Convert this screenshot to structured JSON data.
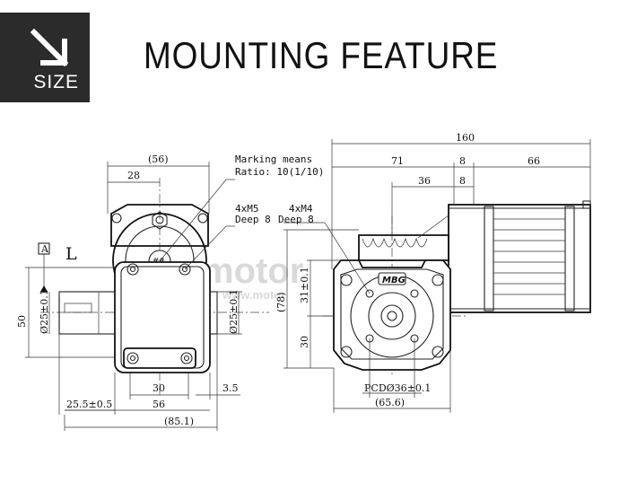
{
  "header": {
    "badge_label": "SIZE",
    "title": "MOUNTING FEATURE",
    "badge_icon": "diagonal-arrow-icon"
  },
  "left_view": {
    "datum_box": "A",
    "view_label": "L",
    "dims": {
      "d56_paren": "(56)",
      "d28": "28",
      "d50": "50",
      "dia25_left": "Ø25±0.1",
      "dia25_right": "Ø25±0.1",
      "d30": "30",
      "d3_5": "3.5",
      "d56": "56",
      "d25_5": "25.5±0.5",
      "d85_1": "(85.1)"
    },
    "notes": {
      "marking_line1": "Marking means",
      "marking_line2": "Ratio: 10(1/10)",
      "screw_line1": "4xM5",
      "screw_line2": "Deep 8",
      "nameplate_mark": "##"
    }
  },
  "right_view": {
    "nameplate": "MBG",
    "dims": {
      "d160": "160",
      "d71": "71",
      "d8_top": "8",
      "d66": "66",
      "d36": "36",
      "d8_lower": "8",
      "d78": "(78)",
      "d31": "31±0.1",
      "d30": "30",
      "pcd": "PCDØ36±0.1",
      "d65_6": "(65.6)"
    },
    "notes": {
      "screw_line1": "4xM4",
      "screw_line2": "Deep 8"
    }
  },
  "watermark": {
    "brand": "motor",
    "url": "www.motor"
  },
  "colors": {
    "badge_bg": "#2b2b2b",
    "line": "#222222",
    "watermark": "#d9d9d9"
  }
}
